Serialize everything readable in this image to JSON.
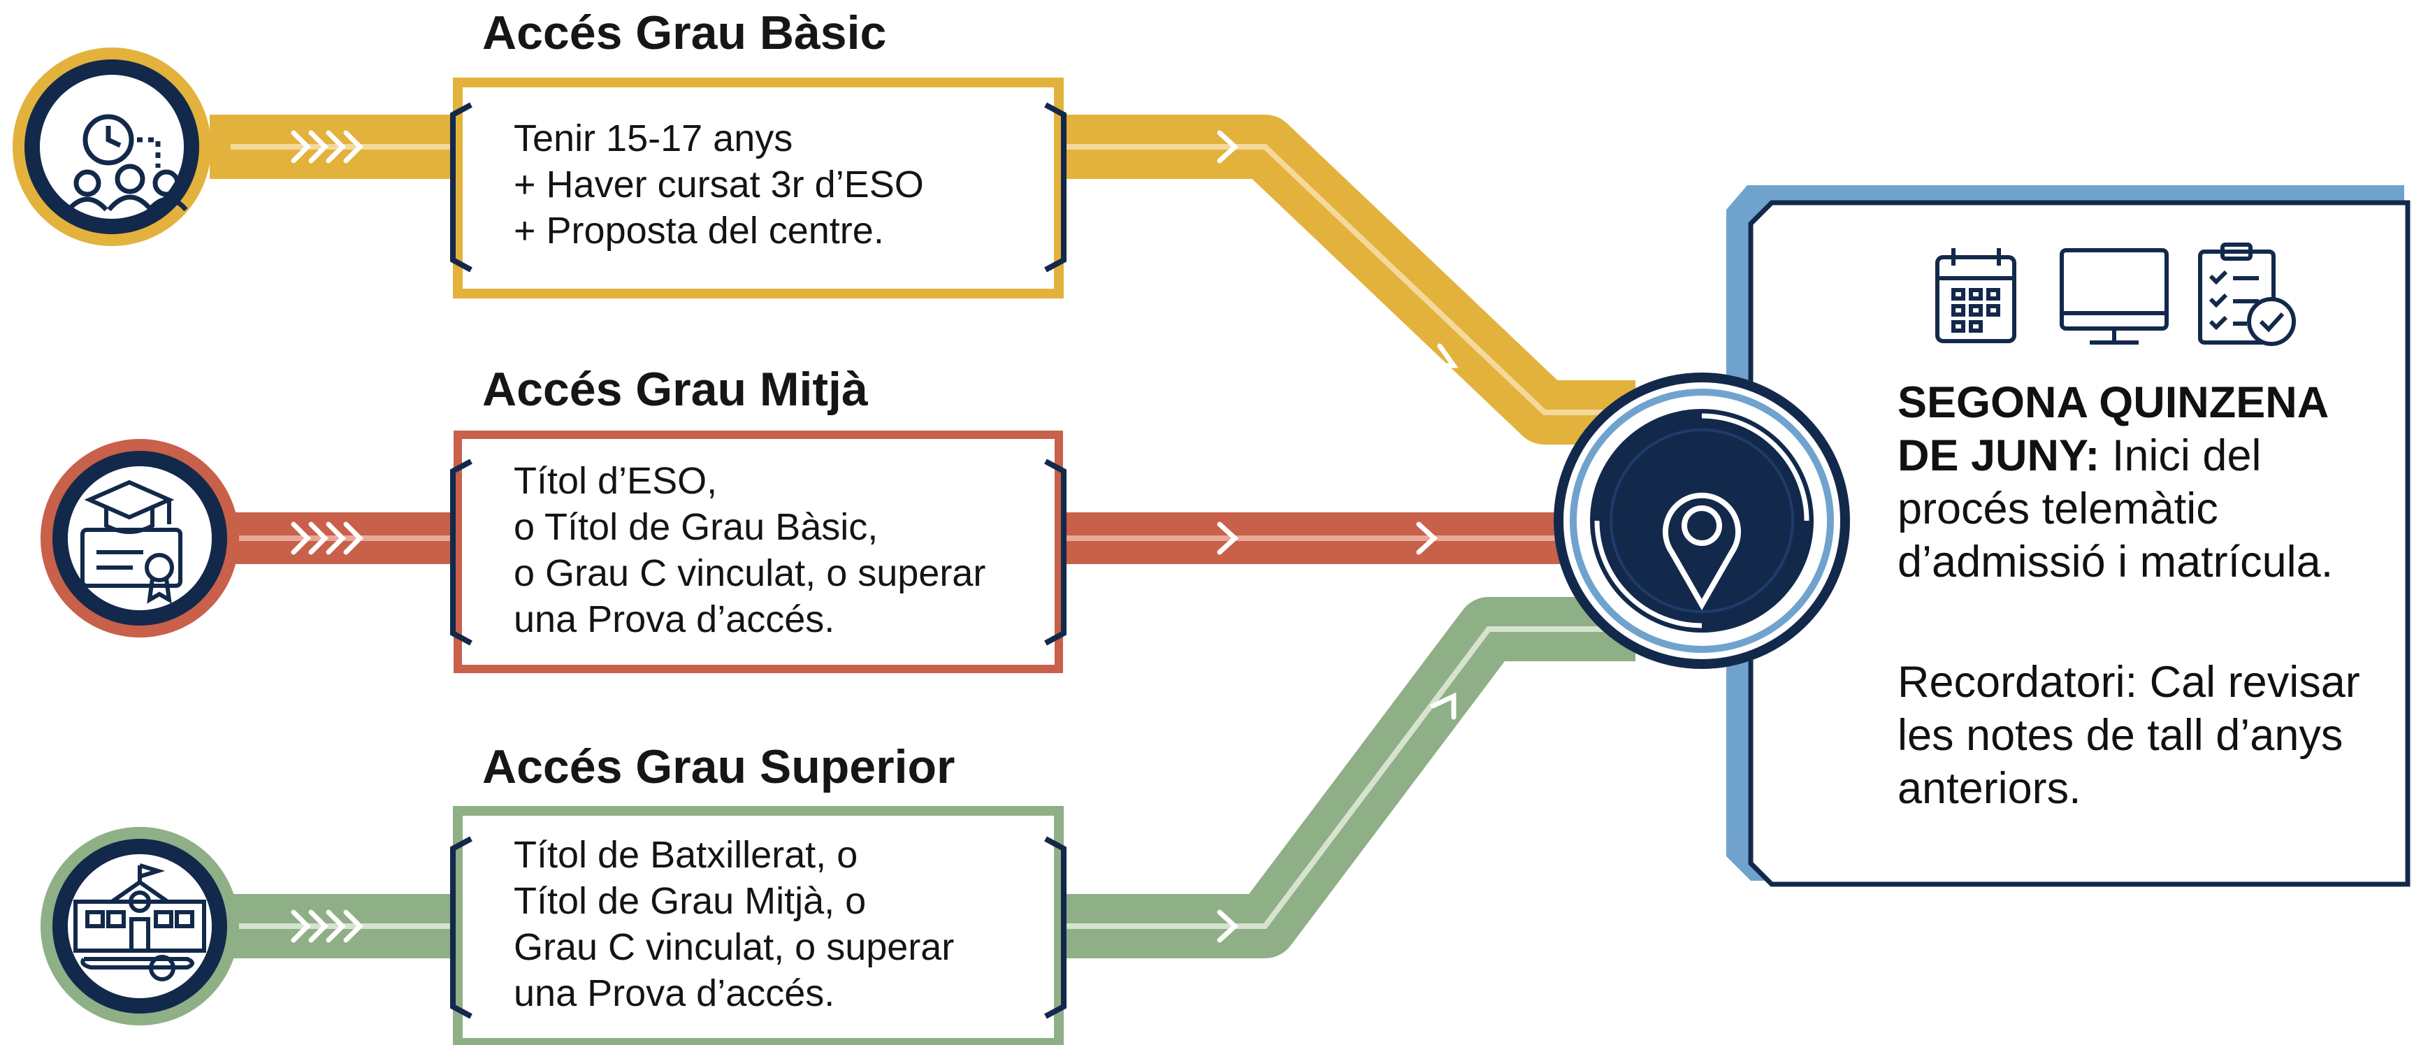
{
  "routes": [
    {
      "heading": "Accés Grau Bàsic",
      "requirements": "Tenir 15-17 anys\n+ Haver cursat 3r d’ESO\n+ Proposta del centre.",
      "icon": "people-clock-icon",
      "color": "#E3B23C",
      "inner": "#EDD28A"
    },
    {
      "heading": "Accés Grau Mitjà",
      "requirements": "Títol d’ESO,\no Títol de Grau Bàsic,\no Grau C vinculat, o superar\nuna Prova d’accés.",
      "icon": "graduation-diploma-icon",
      "color": "#C8604A",
      "inner": "#DA8F7E"
    },
    {
      "heading": "Accés Grau Superior",
      "requirements": "Títol de Batxillerat, o\nTítol de Grau Mitjà, o\nGrau C vinculat, o superar\nuna Prova d’accés.",
      "icon": "school-building-icon",
      "color": "#8FAF86",
      "inner": "#B7CDAF"
    }
  ],
  "info": {
    "bold": "SEGONA QUINZENA DE JUNY:",
    "text": " Inici del procés telemàtic d’admissió i matrícula.",
    "reminder": "Recordatori: Cal revisar les notes de tall d’anys anteriors.",
    "icons": [
      "calendar-icon",
      "monitor-icon",
      "checklist-icon"
    ]
  },
  "hub_icon": "location-pin-icon",
  "colors": {
    "navy": "#13294B",
    "blue_frame": "#6FA3CD",
    "gold": "#E3B23C",
    "red": "#C8604A",
    "green": "#8FAF86"
  }
}
